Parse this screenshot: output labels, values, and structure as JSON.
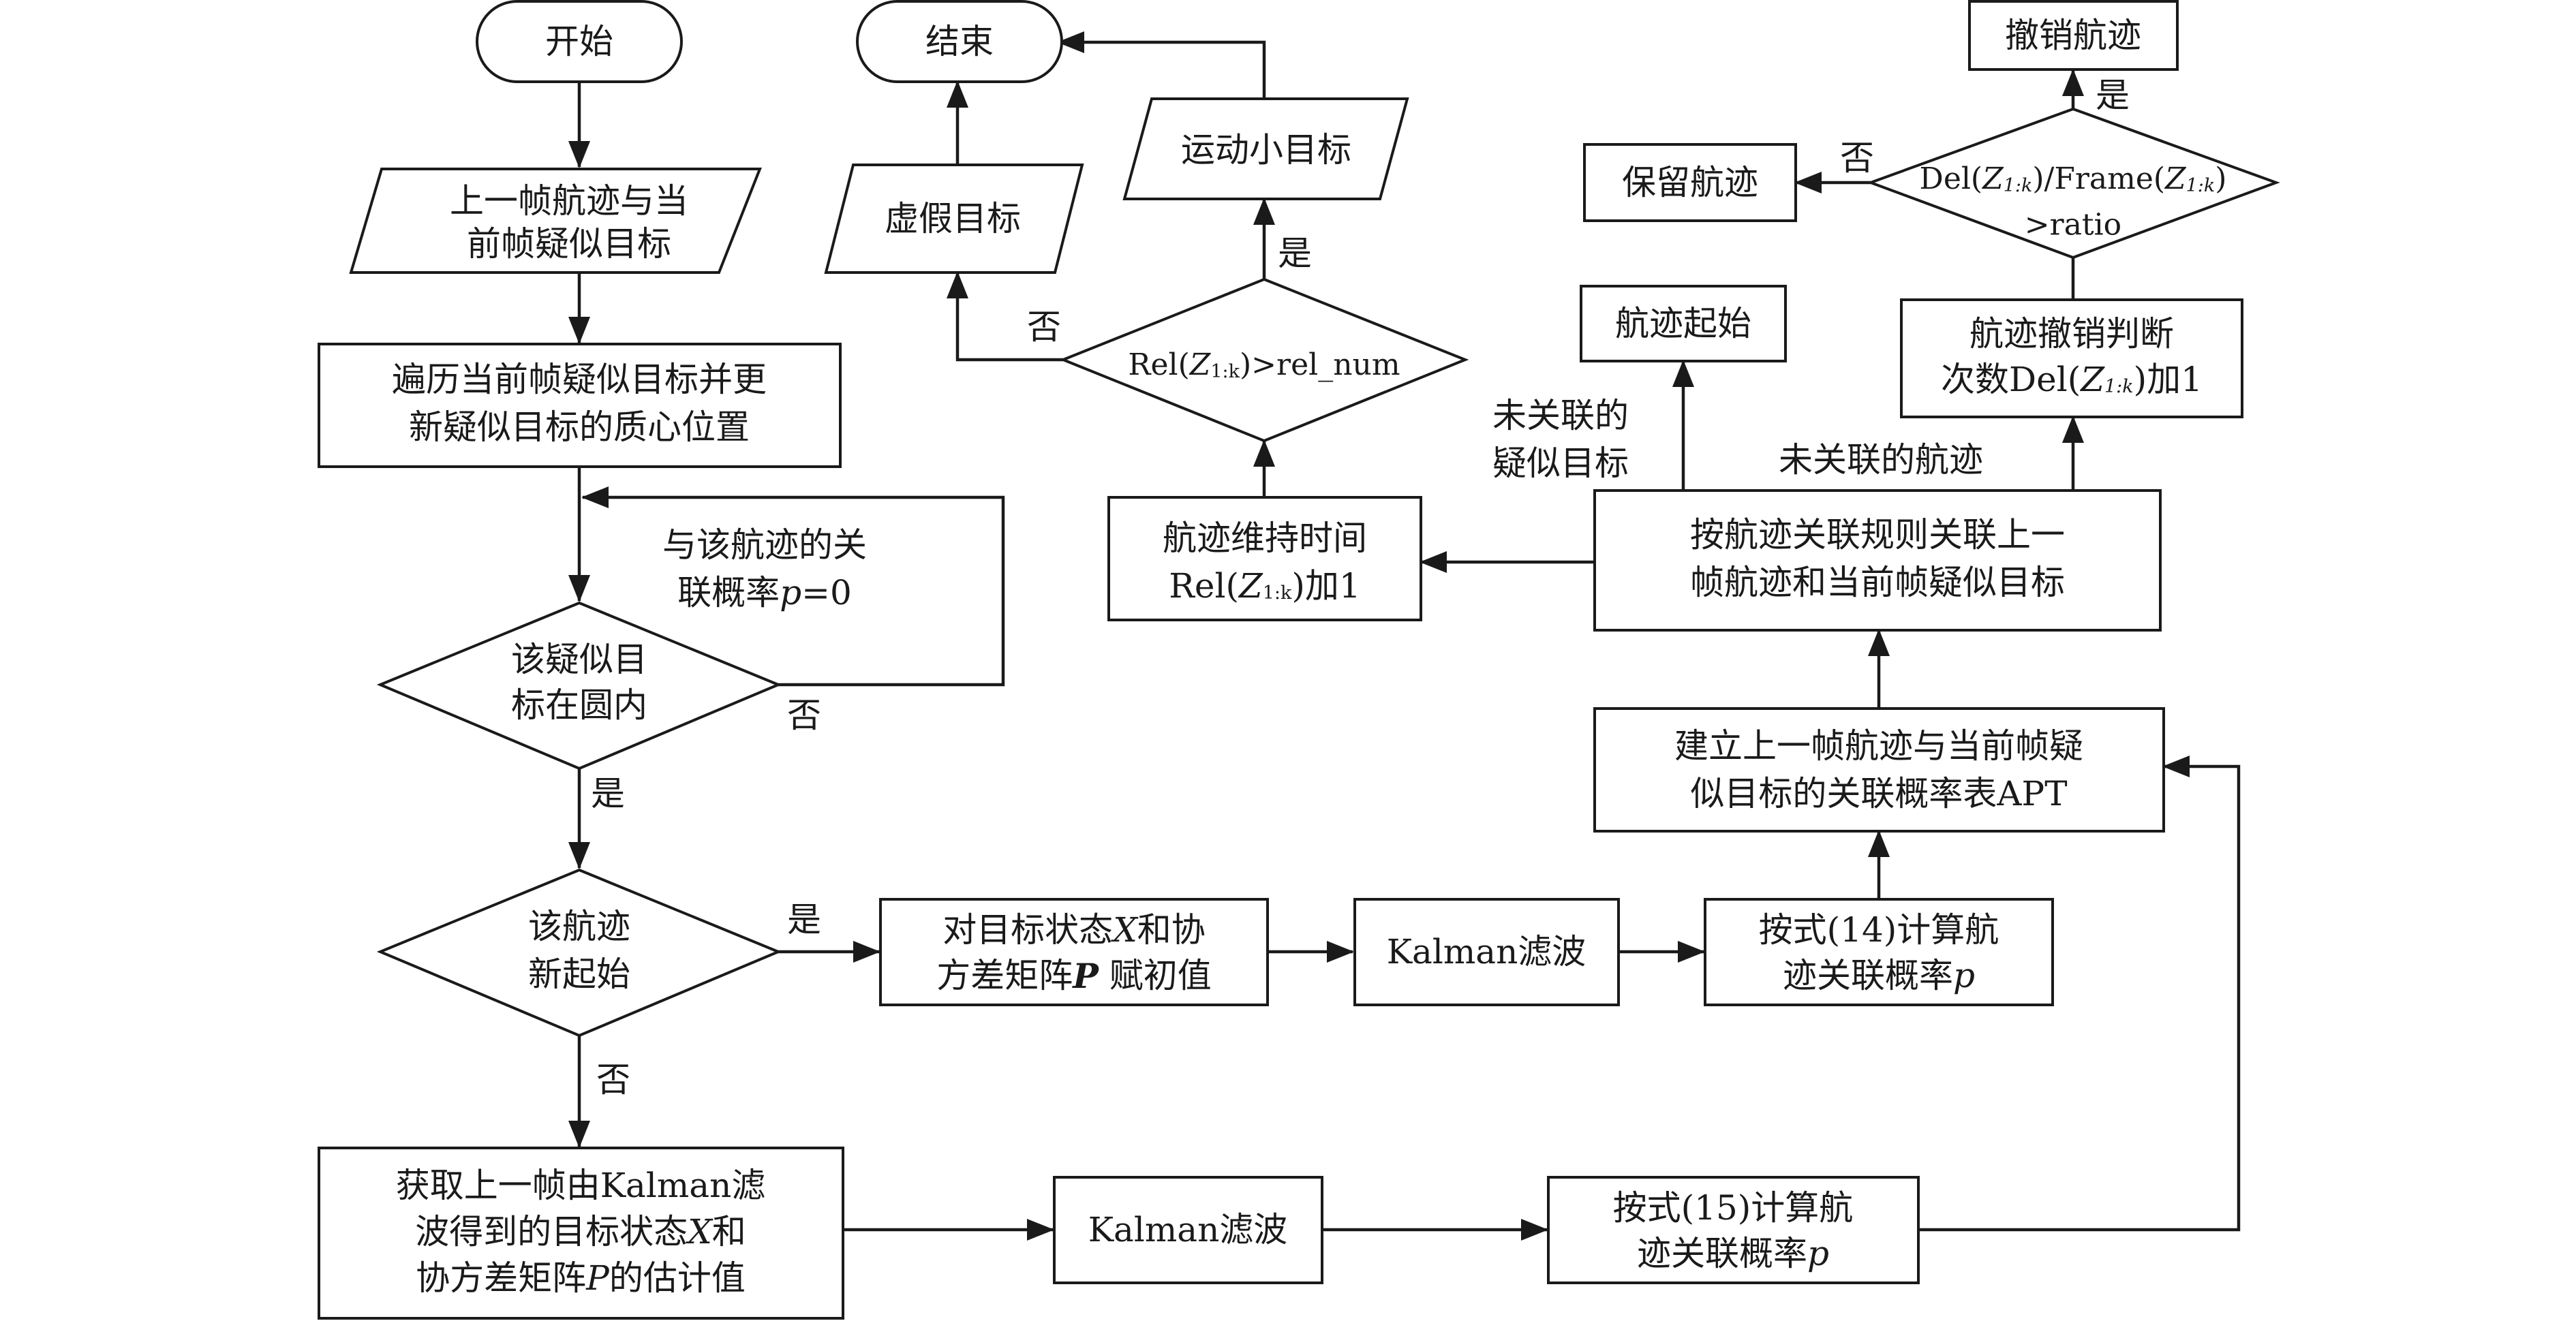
{
  "nodes": {
    "start": "开始",
    "end": "结束",
    "input": [
      "上一帧航迹与当",
      "前帧疑似目标"
    ],
    "traverse": [
      "遍历当前帧疑似目标并更",
      "新疑似目标的质心位置"
    ],
    "set_zero": [
      "与该航迹的关",
      "联概率",
      "p",
      "=0"
    ],
    "in_circle": [
      "该疑似目",
      "标在圆内"
    ],
    "new_track": [
      "该航迹",
      "新起始"
    ],
    "init": [
      "对目标状态",
      "X",
      "和协",
      "方差矩阵",
      "P",
      " 赋初值"
    ],
    "kalman_1": "Kalman滤波",
    "calc14": [
      "按式(14)计算航",
      "迹关联概率",
      "p"
    ],
    "get_prev": [
      "获取上一帧由Kalman滤",
      "波得到的目标状态",
      "X",
      "和",
      "协方差矩阵",
      "P",
      "的估计值"
    ],
    "kalman_2": "Kalman滤波",
    "calc15": [
      "按式(15)计算航",
      "迹关联概率",
      "p"
    ],
    "apt": [
      "建立上一帧航迹与当前帧疑",
      "似目标的关联概率表APT"
    ],
    "associate": [
      "按航迹关联规则关联上一",
      "帧航迹和当前帧疑似目标"
    ],
    "maintain": [
      "航迹维持时间",
      "Rel(",
      "Z",
      "1:k",
      ")加1"
    ],
    "rel_check": [
      "Rel(",
      "Z",
      "1:k",
      ")>rel_num"
    ],
    "false_target": "虚假目标",
    "small_target": "运动小目标",
    "track_start": "航迹起始",
    "cancel_judge": [
      "航迹撤销判断",
      "次数Del(",
      "Z",
      "1:k",
      ")加1"
    ],
    "ratio_check": [
      "Del(",
      "Z",
      "1:k",
      ")/Frame(",
      "Z",
      "1:k",
      ")",
      ">ratio"
    ],
    "keep": "保留航迹",
    "cancel": "撤销航迹"
  },
  "edge_labels": {
    "in_circle_no": "否",
    "in_circle_yes": "是",
    "new_yes": "是",
    "new_no": "否",
    "rel_yes": "是",
    "rel_no": "否",
    "unassoc_target": [
      "未关联的",
      "疑似目标"
    ],
    "unassoc_track": "未关联的航迹",
    "ratio_yes": "是",
    "ratio_no": "否"
  }
}
